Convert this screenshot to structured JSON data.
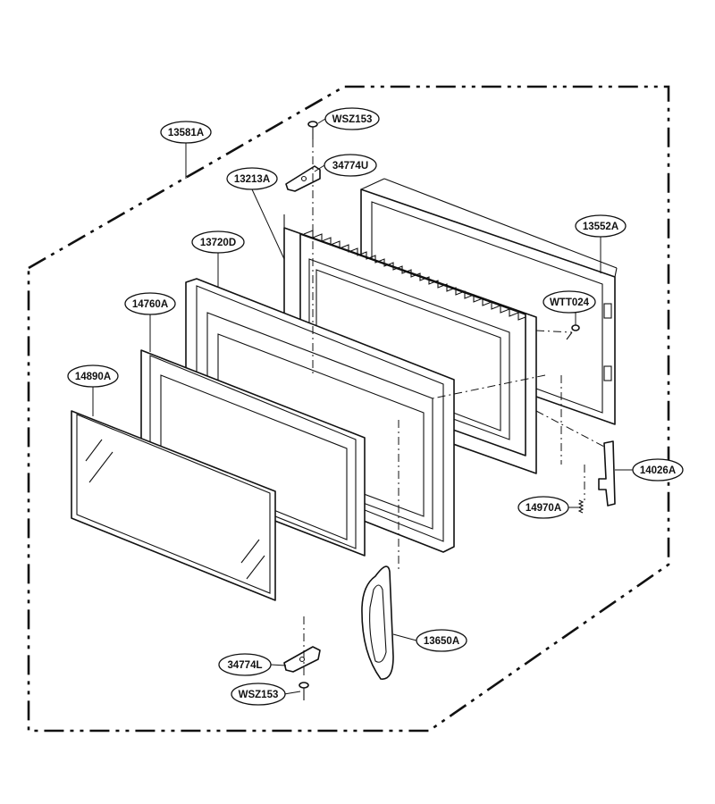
{
  "labels": {
    "p13581A": "13581A",
    "pWSZ153_top": "WSZ153",
    "p34774U": "34774U",
    "p13213A": "13213A",
    "p13720D": "13720D",
    "p13552A": "13552A",
    "pWTT024": "WTT024",
    "p14760A": "14760A",
    "p14890A": "14890A",
    "p14026A": "14026A",
    "p14970A": "14970A",
    "p13650A": "13650A",
    "p34774L": "34774L",
    "pWSZ153_bottom": "WSZ153"
  }
}
